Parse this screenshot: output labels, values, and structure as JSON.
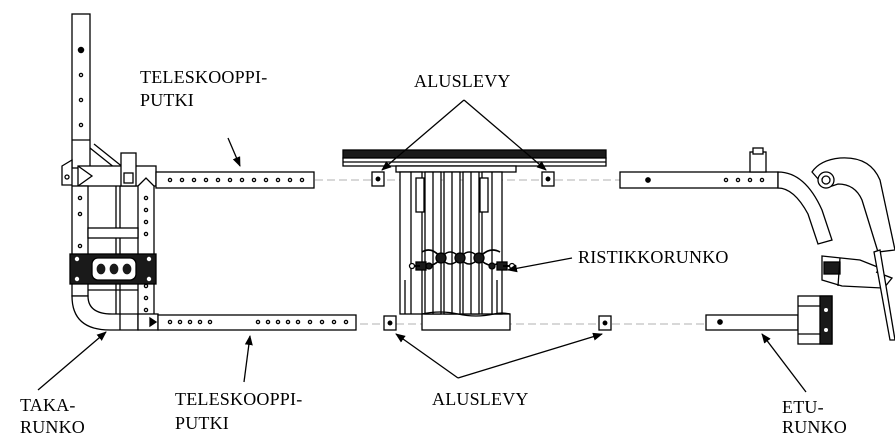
{
  "labels": {
    "tele_top_1": "TELESKOOPPI-",
    "tele_top_2": "PUTKI",
    "alus_top": "ALUSLEVY",
    "ristikko": "RISTIKKORUNKO",
    "taka_1": "TAKA-",
    "taka_2": "RUNKO",
    "tele_bot_1": "TELESKOOPPI-",
    "tele_bot_2": "PUTKI",
    "alus_bot": "ALUSLEVY",
    "etu_1": "ETU-",
    "etu_2": "RUNKO"
  },
  "colors": {
    "line": "#000000",
    "fill": "#ffffff",
    "dark": "#1a1a1a",
    "dashed": "#b0b0b0"
  }
}
